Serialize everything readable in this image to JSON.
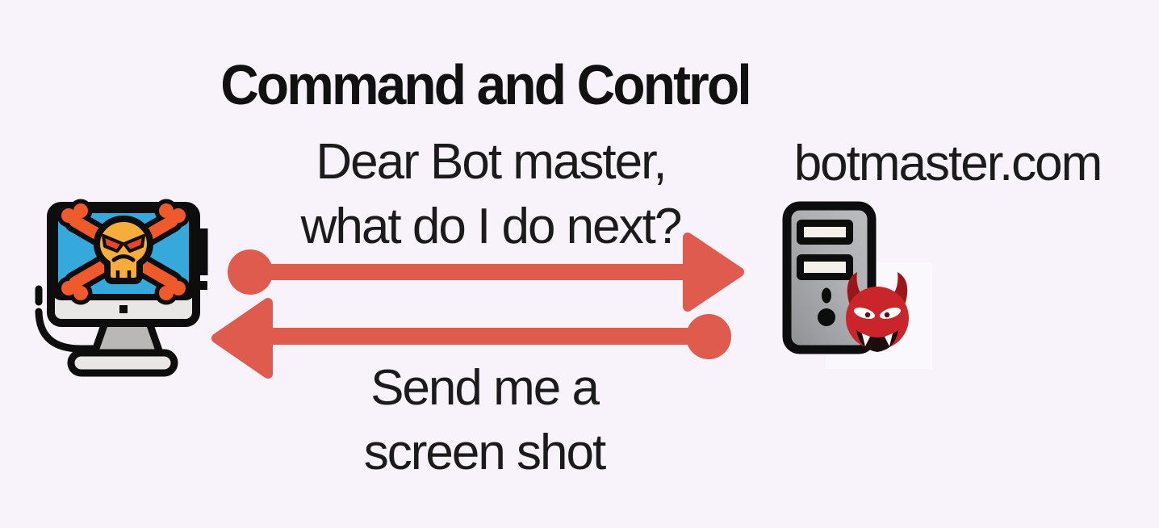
{
  "title": "Command and Control",
  "messages": {
    "bot_to_server": {
      "line1": "Dear Bot master,",
      "line2": "what do I do next?",
      "arrow_direction": "left-to-right"
    },
    "server_to_bot": {
      "line1": "Send me a",
      "line2": "screen shot",
      "arrow_direction": "right-to-left"
    }
  },
  "left_node": {
    "name": "infected bot computer",
    "icon": "computer-monitor-skull-crossbones-icon"
  },
  "right_node": {
    "label": "botmaster.com",
    "name": "command and control server",
    "icon": "server-tower-devil-icon"
  },
  "colors": {
    "background": "#f8f2fb",
    "text": "#1b1b1b",
    "arrow": "#df5b4d",
    "screen_blue": "#35a8dc",
    "skull_yellow": "#f7ad3c",
    "bone_orange": "#ee5a2b",
    "skull_eye_red": "#e8452c",
    "outline_black": "#0d0d0d",
    "monitor_gray": "#e8e7e5",
    "stand_gray": "#b9b8b6",
    "slot_cream": "#f4f1ea",
    "devil_red": "#c9252b",
    "devil_horn": "#9b161b"
  }
}
